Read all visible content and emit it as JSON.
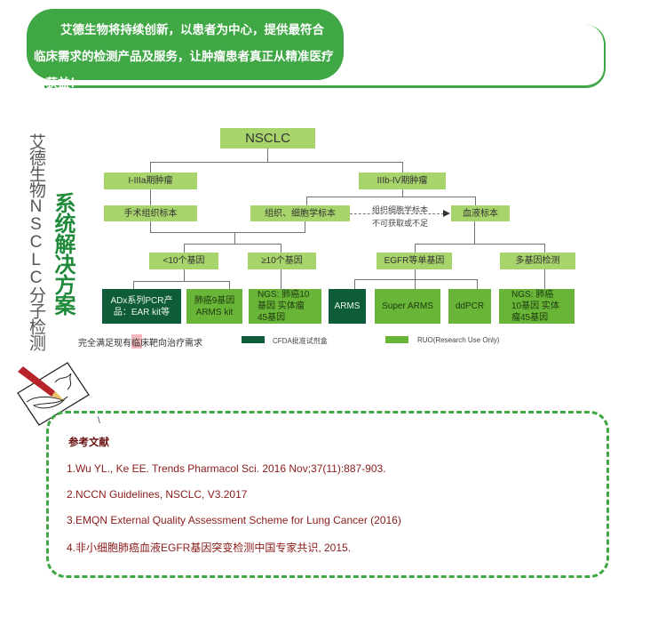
{
  "banner": {
    "text": "艾德生物将持续创新，以患者为中心，提供最符合临床需求的检测产品及服务，让肿瘤患者真正从精准医疗中获益！"
  },
  "side": {
    "title": "艾德生物NSCLC分子检测",
    "subtitle": "系统解决方案"
  },
  "diagram": {
    "root": "NSCLC",
    "stage_early": "I-IIIa期肿瘤",
    "stage_late": "IIIb-IV期肿瘤",
    "surgical": "手术组织标本",
    "cytology": "组织、细胞学标本",
    "blood": "血液标本",
    "arrow_line1": "组织细胞学标本",
    "arrow_line2": "不可获取或不足",
    "lt10": "<10个基因",
    "ge10": "≥10个基因",
    "egfr": "EGFR等单基因",
    "multi": "多基因检测",
    "adx": "ADx系列PCR产品：EAR kit等",
    "lung9": "肺癌9基因 ARMS kit",
    "ngs1": "NGS: 肺癌10基因 实体瘤45基因",
    "arms": "ARMS",
    "superarms": "Super ARMS",
    "ddpcr": "ddPCR",
    "ngs2": "NGS: 肺癌10基因 实体瘤45基因"
  },
  "legend": {
    "note": "完全满足现有临床靶向治疗需求",
    "cfda": "CFDA批准试剂盒",
    "ruo": "RUO(Research Use Only)",
    "colors": {
      "cfda": "#0f5c3a",
      "ruo": "#69b538"
    }
  },
  "references": {
    "mark": "\\",
    "title": "参考文献",
    "items": [
      "1.Wu YL., Ke EE. Trends Pharmacol Sci. 2016 Nov;37(11):887-903.",
      "2.NCCN Guidelines, NSCLC, V3.2017",
      "3.EMQN External Quality Assessment Scheme for Lung Cancer (2016)",
      "4.非小细胞肺癌血液EGFR基因突变检测中国专家共识, 2015."
    ]
  },
  "icons": {
    "pen": "pencil-drawing-icon"
  }
}
